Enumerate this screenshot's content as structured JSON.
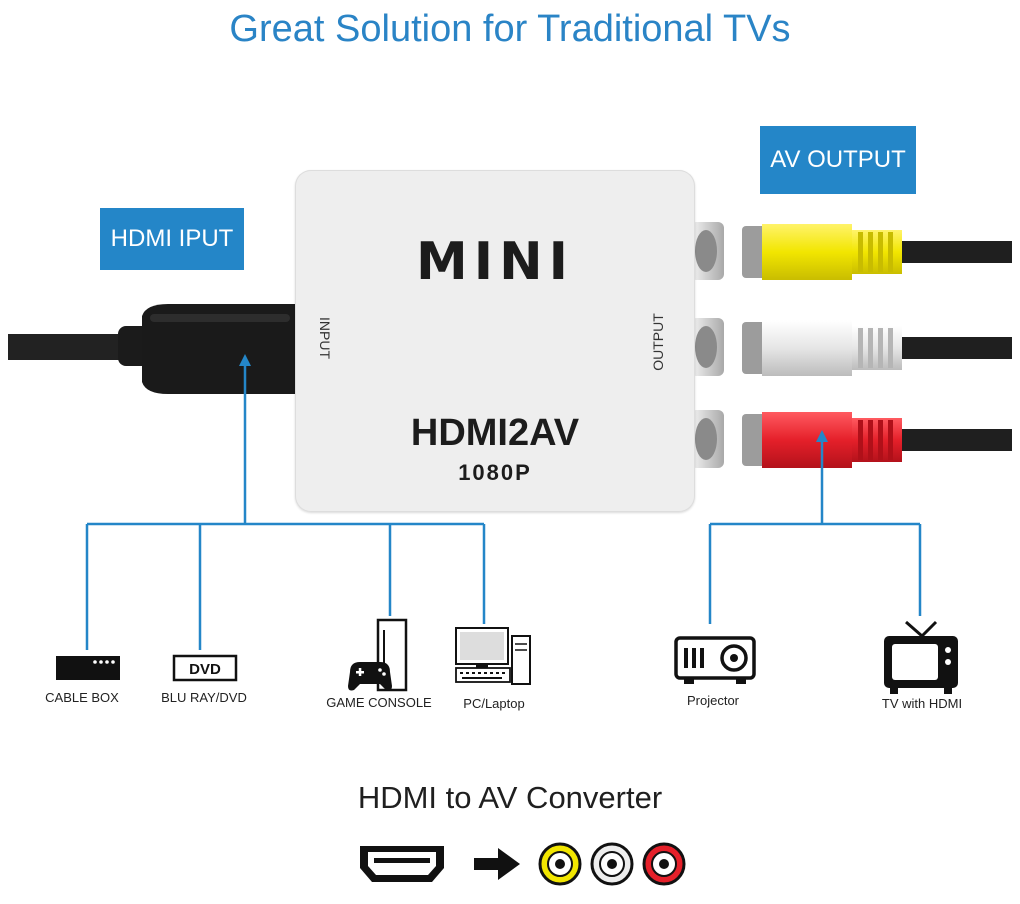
{
  "title": "Great Solution for Traditional TVs",
  "input_tag": "HDMI IPUT",
  "output_tag": "AV OUTPUT",
  "device": {
    "brand": "MINI",
    "model": "HDMI2AV",
    "resolution": "1080P",
    "input_label": "INPUT",
    "output_label": "OUTPUT"
  },
  "sources": [
    {
      "label": "CABLE BOX",
      "icon": "cable-box-icon"
    },
    {
      "label": "BLU RAY/DVD",
      "icon": "dvd-player-icon",
      "badge": "DVD"
    },
    {
      "label": "GAME CONSOLE",
      "icon": "game-console-icon"
    },
    {
      "label": "PC/Laptop",
      "icon": "desktop-pc-icon"
    }
  ],
  "outputs": [
    {
      "label": "Projector",
      "icon": "projector-icon"
    },
    {
      "label": "TV with HDMI",
      "icon": "tv-icon"
    }
  ],
  "subtitle": "HDMI to AV Converter",
  "colors": {
    "accent": "#2486c8",
    "rca_yellow": "#f2e600",
    "rca_white": "#eeeeee",
    "rca_red": "#e5202a"
  }
}
